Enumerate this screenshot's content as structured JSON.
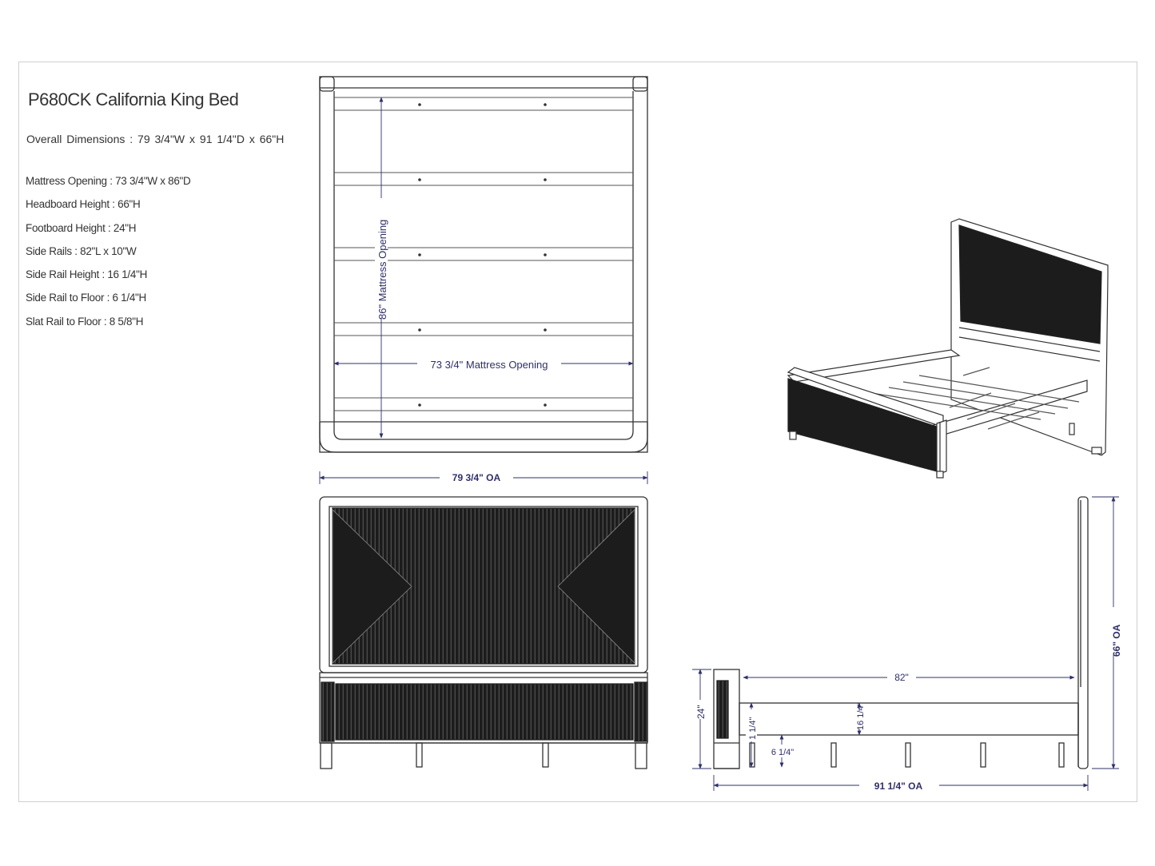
{
  "title": "P680CK California King Bed",
  "overall_dimensions": "Overall Dimensions :  79 3/4\"W  x  91 1/4\"D  x  66\"H",
  "specs": [
    "Mattress Opening : 73 3/4\"W  x  86\"D",
    "Headboard Height : 66\"H",
    "Footboard Height : 24\"H",
    "Side Rails : 82\"L  x  10\"W",
    "Side Rail Height : 16 1/4\"H",
    "Side Rail to Floor : 6 1/4\"H",
    "Slat Rail to Floor : 8 5/8\"H"
  ],
  "plan_view": {
    "depth_label": "86\" Mattress Opening",
    "width_label": "73 3/4\" Mattress Opening"
  },
  "front_view": {
    "width_label": "79 3/4\"  OA"
  },
  "side_view": {
    "height_label": "66\"  OA",
    "rail_length_label": "82\"",
    "footboard_height_label": "24\"",
    "rail_height_label": "16 1/4\"",
    "rail_height_left_label": "1 1/4\"",
    "rail_floor_label": "6 1/4\"",
    "length_label": "91 1/4\"  OA"
  },
  "colors": {
    "line": "#333333",
    "dimension": "#2f2f6a",
    "panel": "#1c1c1c"
  }
}
